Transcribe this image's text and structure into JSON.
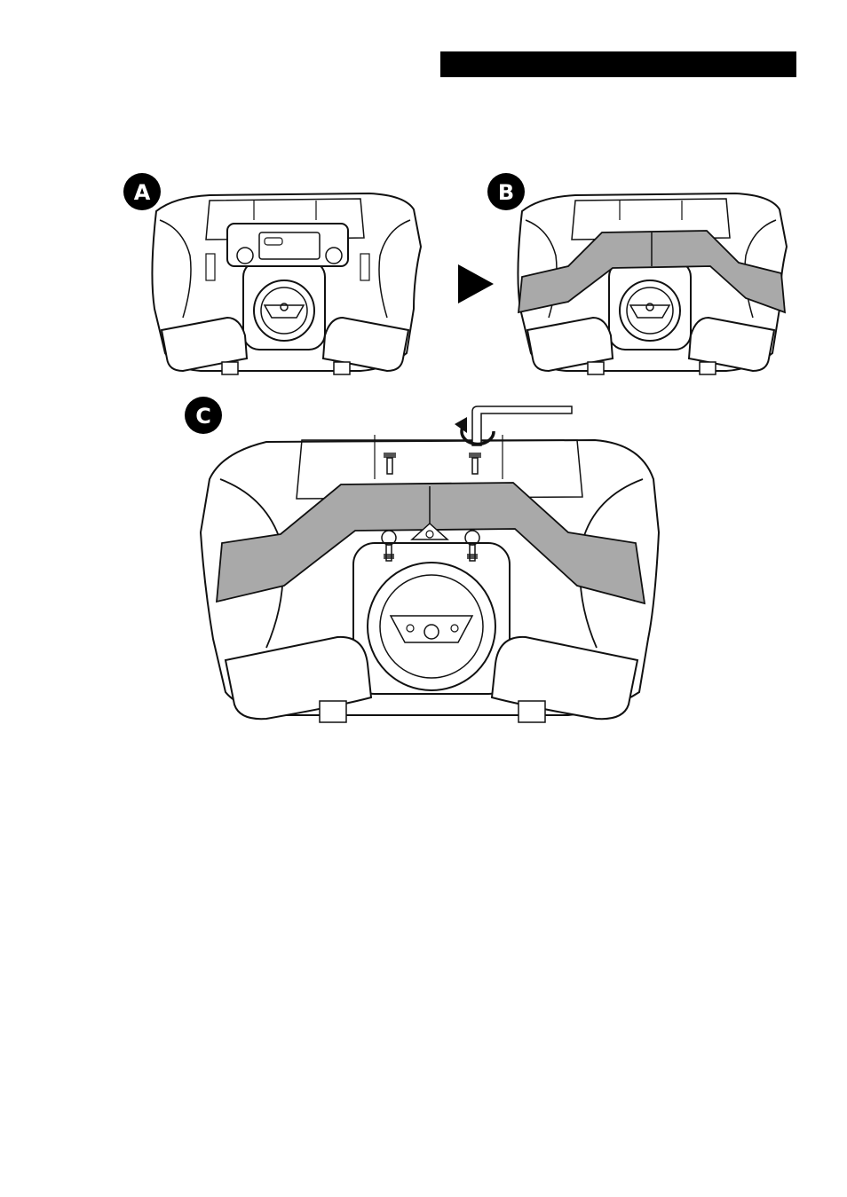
{
  "header": {
    "bar_color": "#000000"
  },
  "steps": [
    {
      "id": "A",
      "label": "A"
    },
    {
      "id": "B",
      "label": "B"
    },
    {
      "id": "C",
      "label": "C"
    }
  ],
  "colors": {
    "line": "#111111",
    "fill_grey": "#a9a9a9",
    "badge": "#000000"
  },
  "icons": {
    "arrow": "play-arrow-icon",
    "rotate": "rotate-clockwise-icon",
    "wrench": "hex-key-icon"
  }
}
